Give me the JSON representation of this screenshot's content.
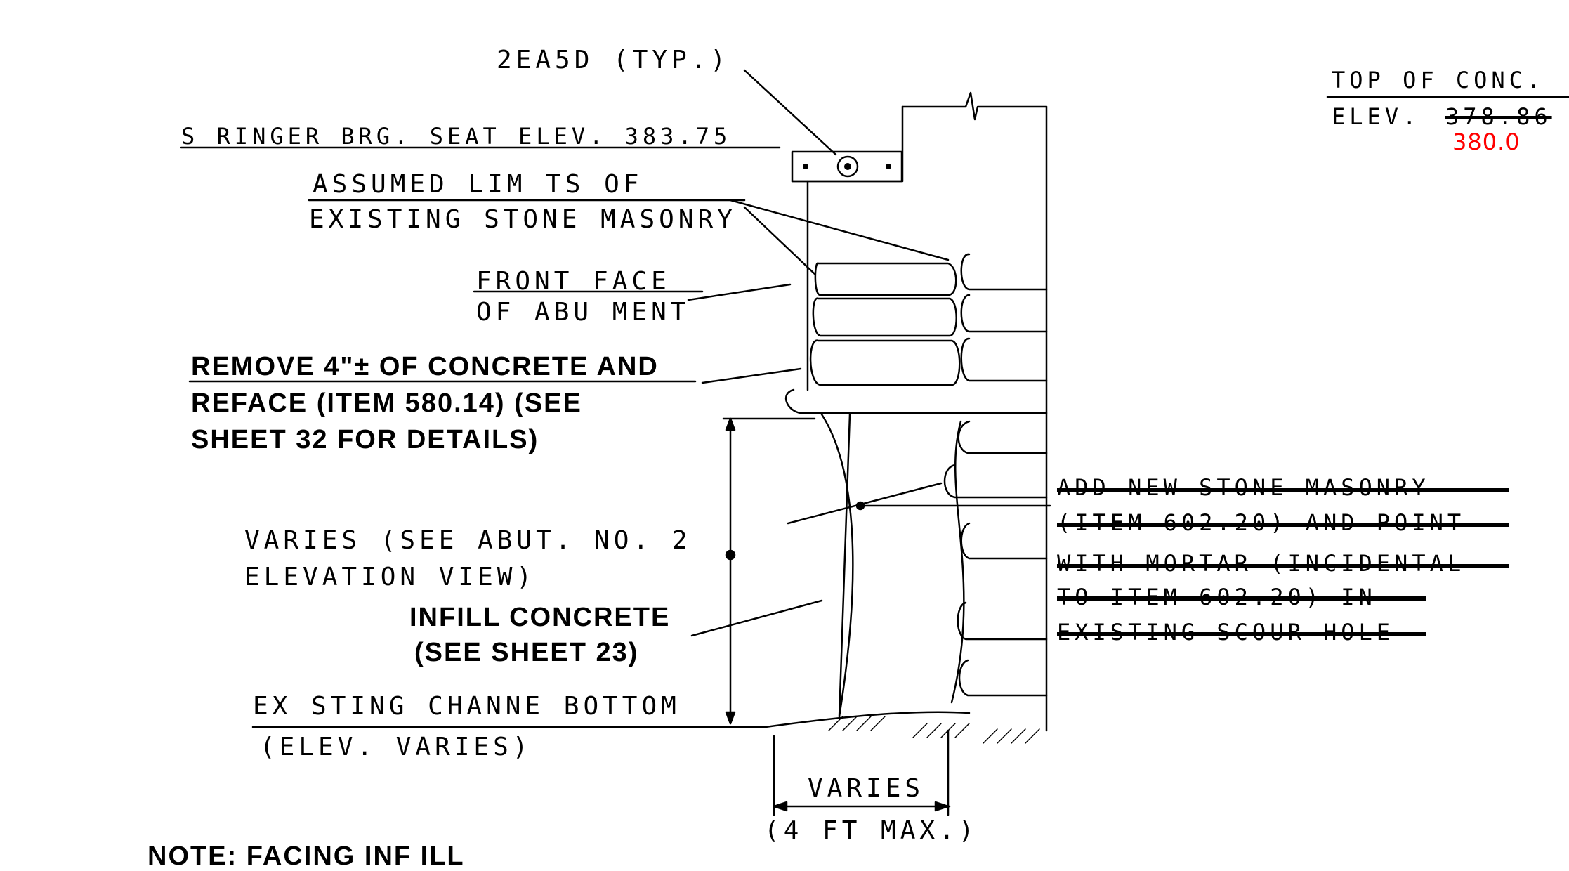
{
  "labels": {
    "anchor_bolts": "2EA5D  (TYP.)",
    "stringer_seat": "S RINGER BRG. SEAT ELEV. 383.75",
    "stone_limits_1": "ASSUMED LIM TS OF",
    "stone_limits_2": "EXISTING STONE MASONRY",
    "front_face_1": "FRONT FACE",
    "front_face_2": "OF ABU MENT",
    "remove_1": "REMOVE 4\"± OF CONCRETE AND",
    "remove_2": "REFACE (ITEM 580.14)  (SEE",
    "remove_3": "SHEET 32 FOR DETAILS)",
    "varies_1": "VARIES (SEE ABUT. NO. 2",
    "varies_2": "ELEVATION VIEW)",
    "infill_1": "INFILL CONCRETE",
    "infill_2": "(SEE SHEET 23)",
    "channel_1": "EX STING CHANNE  BOTTOM",
    "channel_2": "(ELEV. VARIES)",
    "varies_bottom": "VARIES",
    "max_note": "(4 FT MAX.)",
    "top_conc": "TOP OF CONC.",
    "elev_label": "ELEV.",
    "elev_old": "378.86",
    "elev_new": "380.0",
    "struck_1": "ADD NEW STONE MASONRY",
    "struck_2": "(ITEM 602.20) AND POINT",
    "struck_3": "WITH MORTAR (INCIDENTAL",
    "struck_4": "TO ITEM 602.20) IN",
    "struck_5": "EXISTING SCOUR HOLE",
    "note_partial": "NOTE: FACING INF ILL"
  },
  "colors": {
    "line": "#000000",
    "revision": "#ff0000",
    "background": "#ffffff"
  }
}
